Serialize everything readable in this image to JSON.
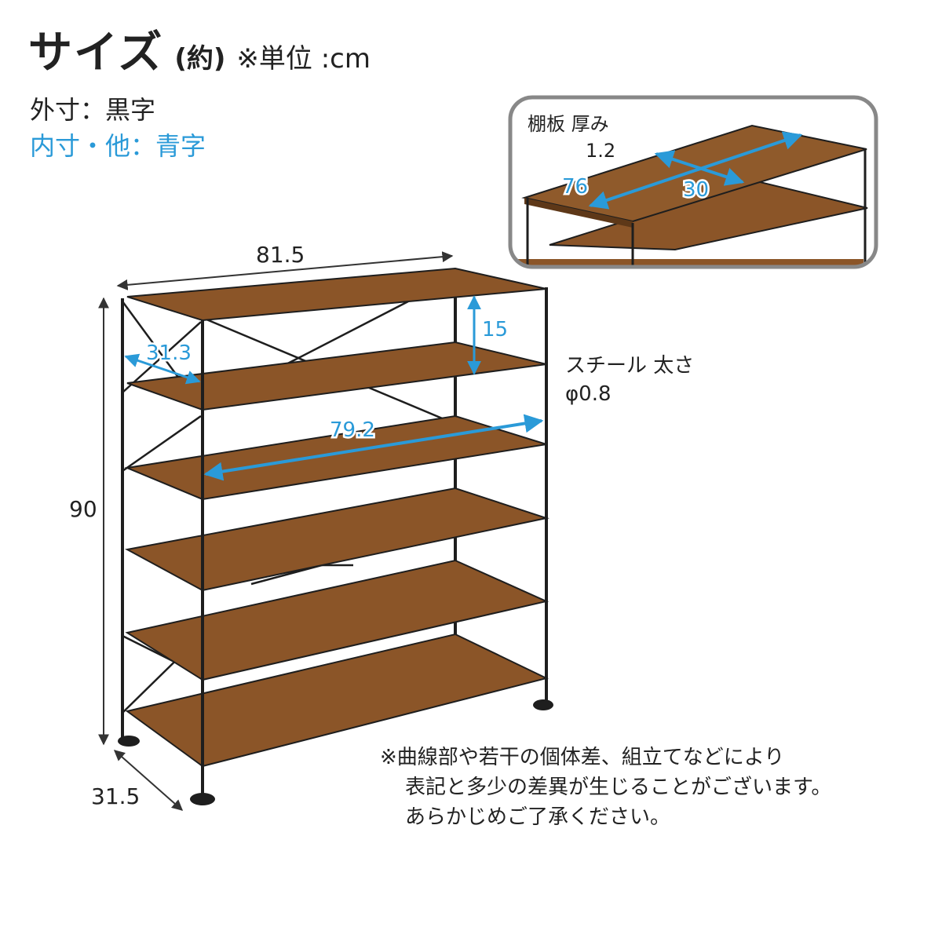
{
  "title": {
    "main": "サイズ",
    "paren": "(約)",
    "unit": "※単位 :cm"
  },
  "legend": {
    "outer": "外寸：黒字",
    "inner": "内寸・他：青字"
  },
  "colors": {
    "outer_text": "#222222",
    "inner_text": "#2a9ad8",
    "wood": "#8b5528",
    "frame": "#1e1e1e"
  },
  "dimensions": {
    "width": "81.5",
    "height": "90",
    "depth": "31.5",
    "inner_depth": "31.3",
    "shelf_gap": "15",
    "inner_width": "79.2"
  },
  "material": {
    "label": "スチール 太さ",
    "value": "φ0.8"
  },
  "inset": {
    "label_line1": "棚板 厚み",
    "label_line2": "1.2",
    "board_width": "76",
    "board_depth": "30"
  },
  "note": {
    "line1": "※曲線部や若干の個体差、組立てなどにより",
    "line2": "表記と多少の差異が生じることがございます。",
    "line3": "あらかじめご了承ください。"
  }
}
